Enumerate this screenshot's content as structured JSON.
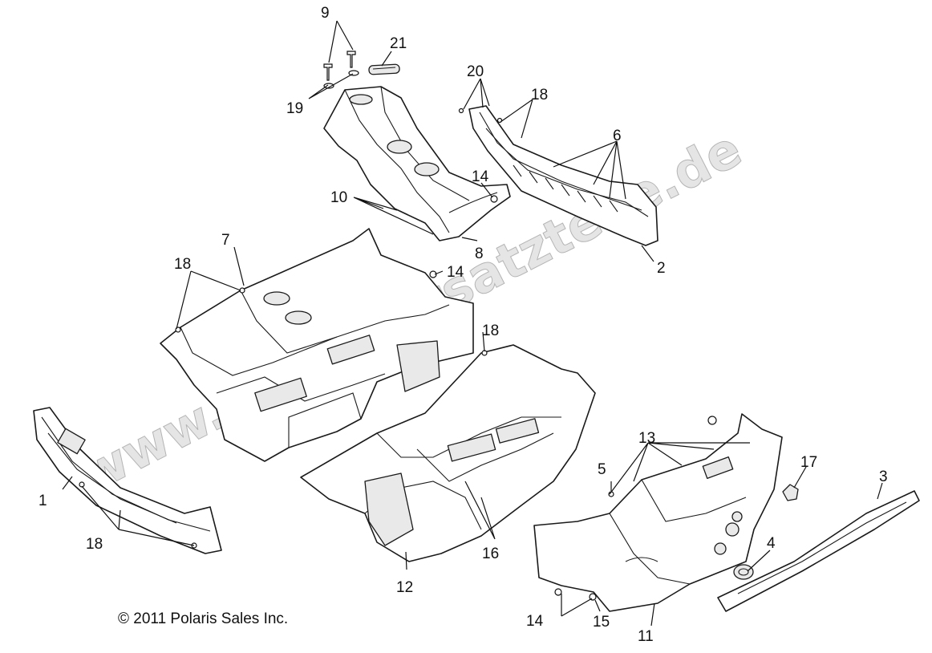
{
  "watermark": "www.polarisersatzteile.de",
  "copyright": "© 2011 Polaris Sales Inc.",
  "callouts": {
    "c1": "1",
    "c2": "2",
    "c3": "3",
    "c4": "4",
    "c5": "5",
    "c6": "6",
    "c7": "7",
    "c8": "8",
    "c9": "9",
    "c10": "10",
    "c11": "11",
    "c12": "12",
    "c13": "13",
    "c14a": "14",
    "c14b": "14",
    "c14c": "14",
    "c15": "15",
    "c16": "16",
    "c17": "17",
    "c18a": "18",
    "c18b": "18",
    "c18c": "18",
    "c18d": "18",
    "c19": "19",
    "c20": "20",
    "c21": "21"
  }
}
